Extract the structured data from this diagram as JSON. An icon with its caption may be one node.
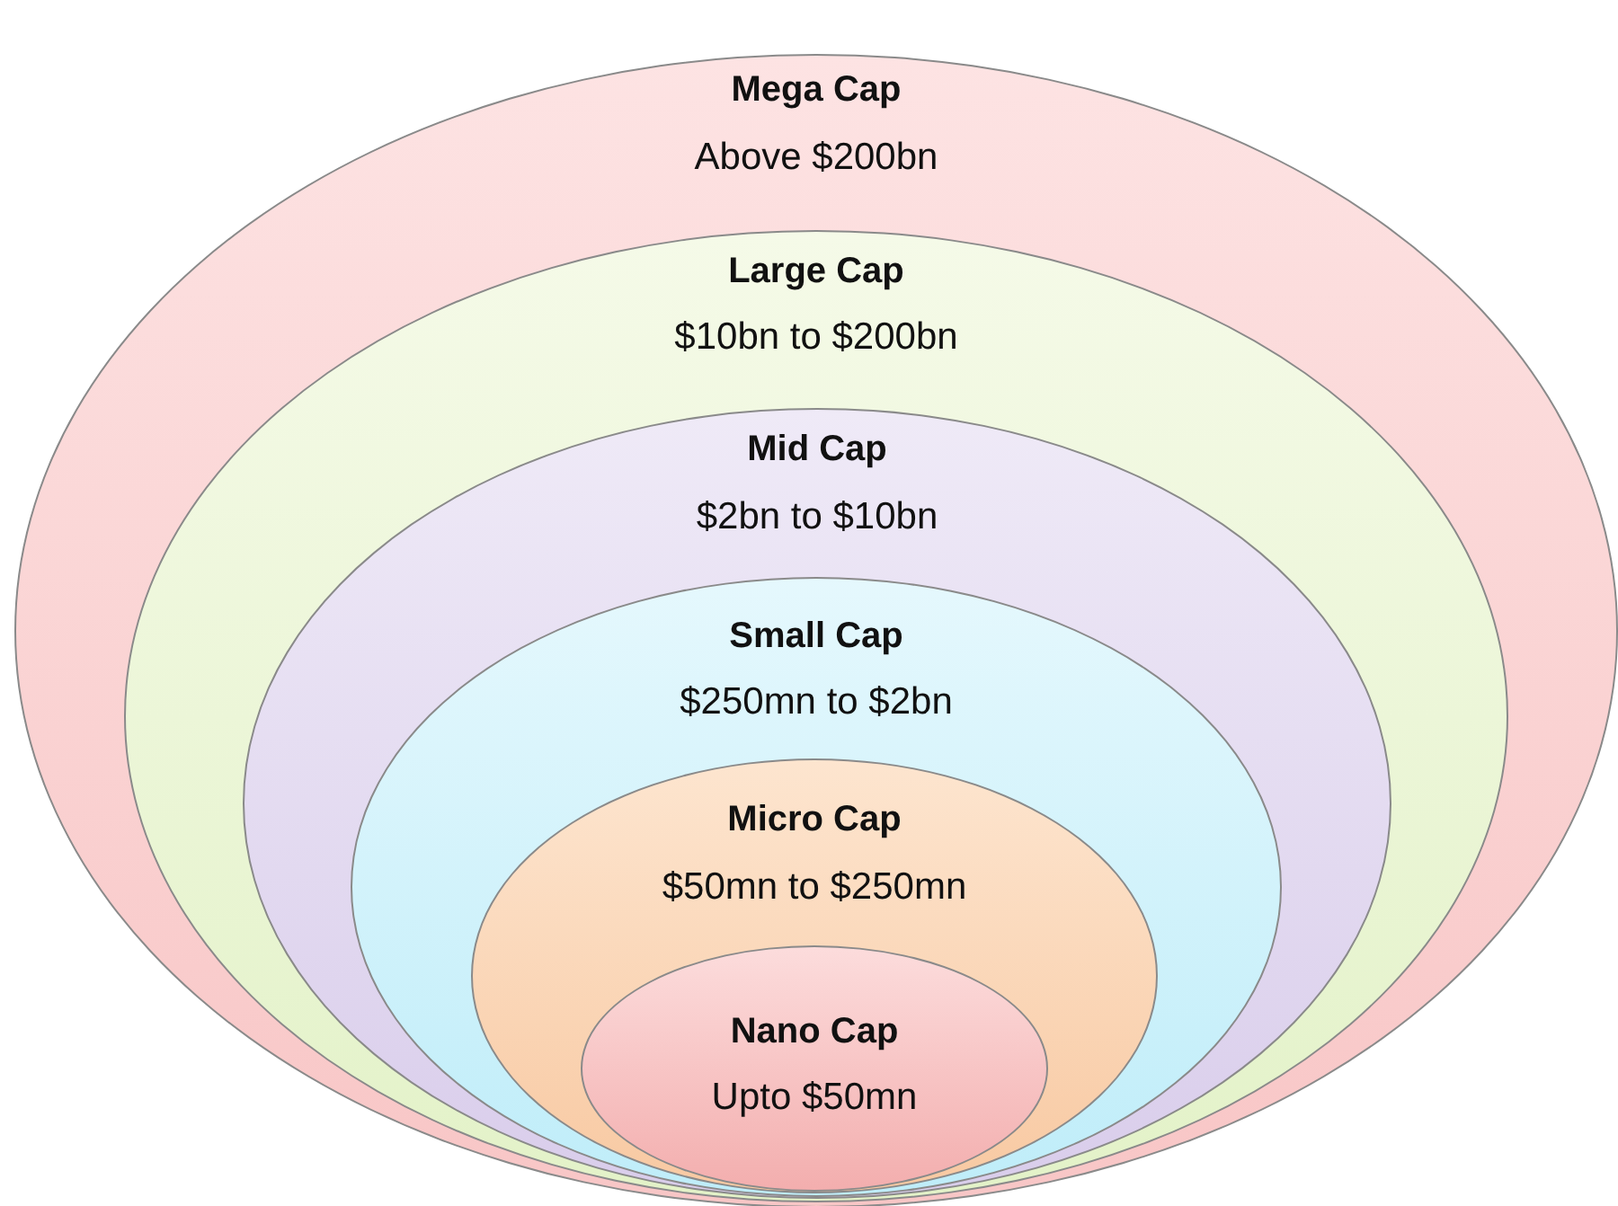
{
  "diagram": {
    "nodes": [
      {
        "text": [
          "Mega Cap",
          "Above $200bn"
        ]
      },
      {
        "text": [
          "Large Cap",
          "$10bn to $200bn"
        ],
        "in": 0
      },
      {
        "text": [
          "Mid Cap",
          "$2bn to $10bn"
        ],
        "in": 1
      },
      {
        "text": [
          "Small Cap",
          "$250mn to $2bn"
        ],
        "in": 2
      },
      {
        "text": [
          "Micro Cap",
          "$50mn to $250mn"
        ],
        "in": 3
      },
      {
        "text": [
          "Nano Cap",
          "Upto $50mn"
        ],
        "in": 4
      }
    ]
  }
}
